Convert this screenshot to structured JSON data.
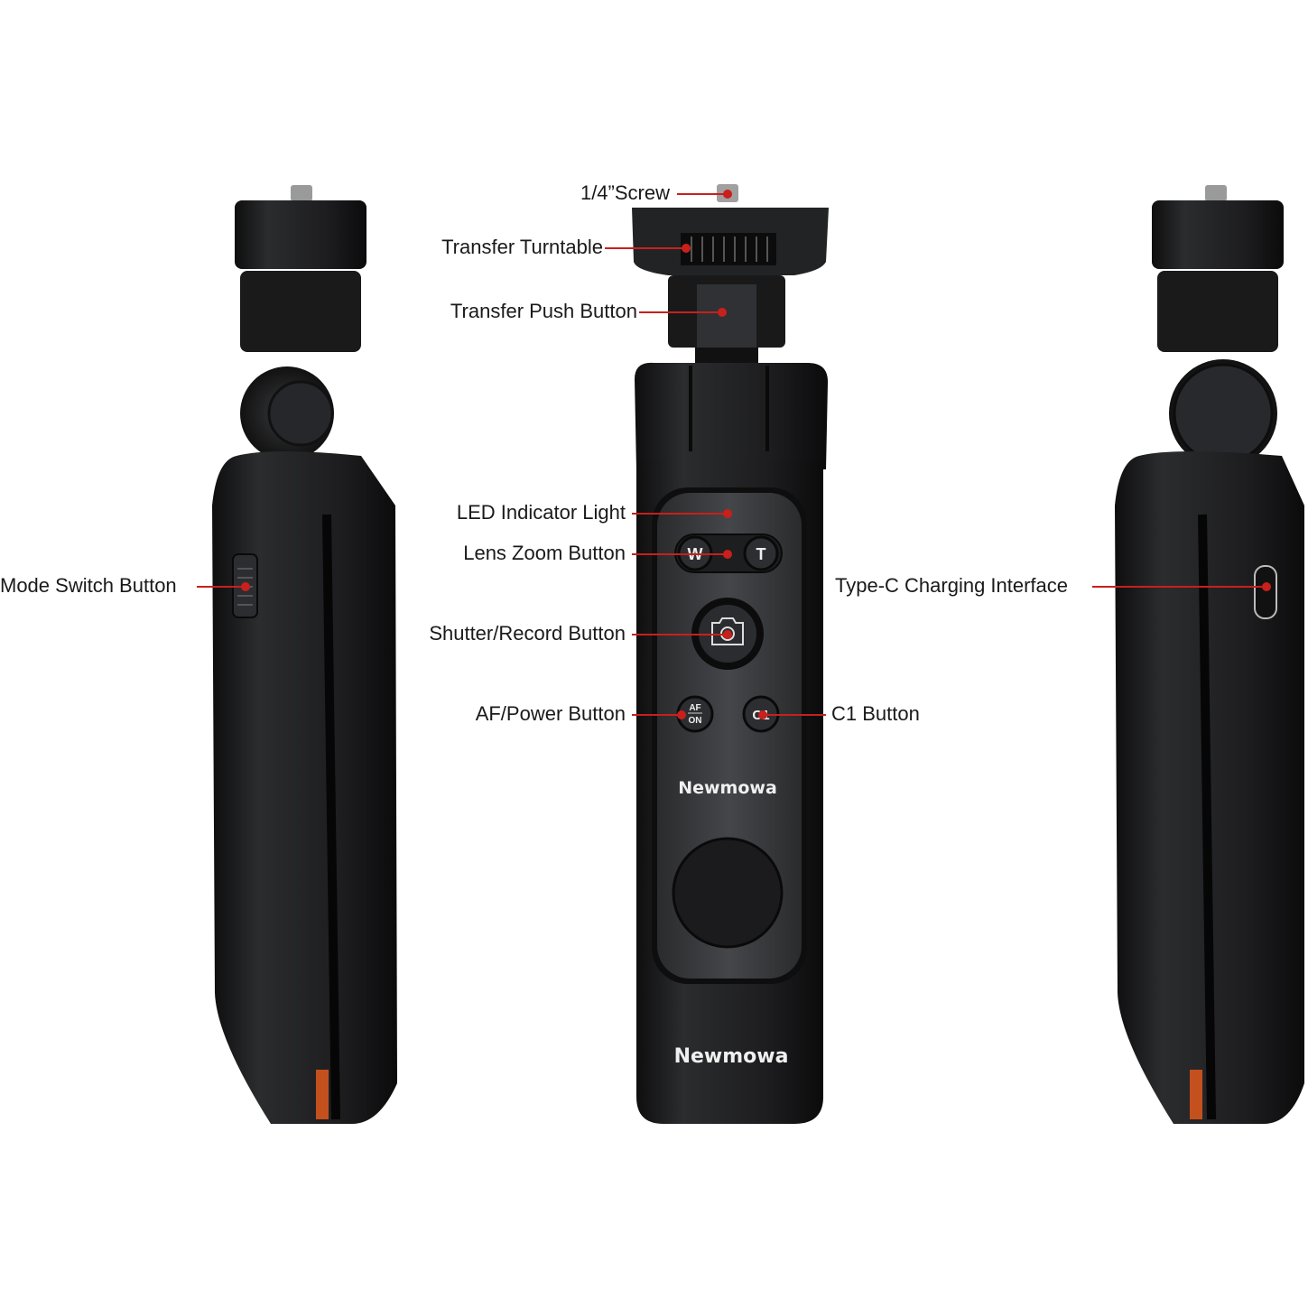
{
  "callouts": {
    "screw": "1/4”Screw",
    "turntable": "Transfer Turntable",
    "push_button": "Transfer Push Button",
    "led": "LED Indicator Light",
    "zoom": "Lens Zoom Button",
    "mode_switch": "Mode Switch Button",
    "shutter": "Shutter/Record Button",
    "af_power": "AF/Power Button",
    "c1": "C1 Button",
    "typec": "Type-C Charging Interface"
  },
  "device": {
    "brand": "Newmowa",
    "zoom_wide": "W",
    "zoom_tele": "T",
    "af_top": "AF",
    "af_bottom": "ON",
    "c1_label": "C1"
  },
  "colors": {
    "leader": "#c8201c",
    "body": "#1c1c1e",
    "panel": "#3a3b3e",
    "accent": "#c4501e"
  }
}
